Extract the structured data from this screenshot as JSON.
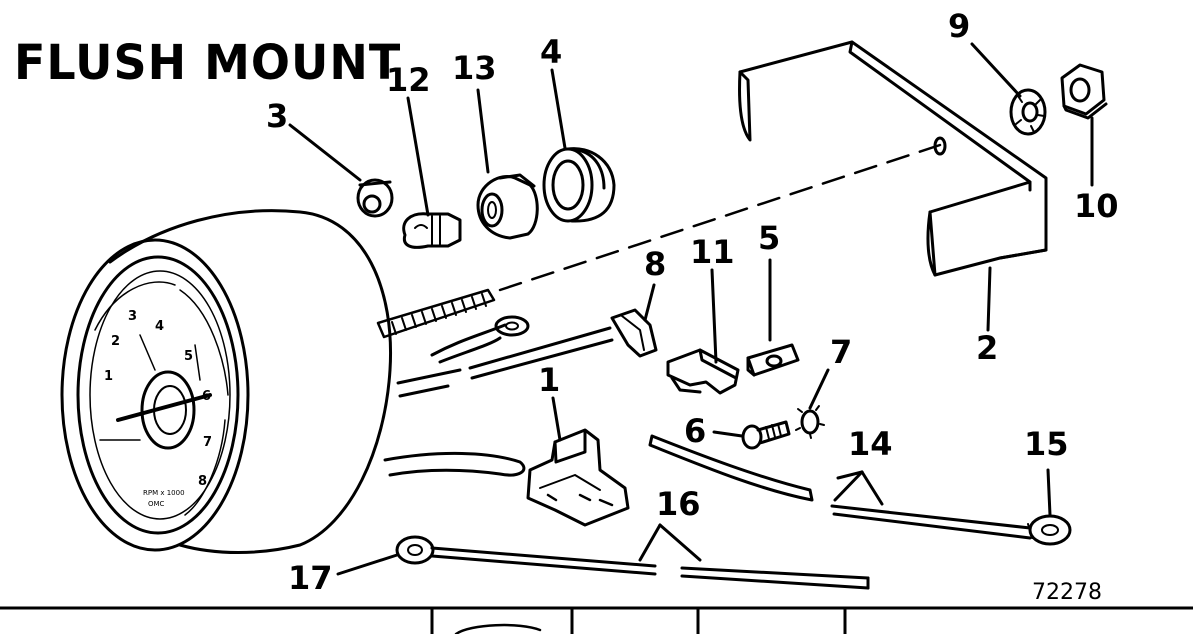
{
  "diagram": {
    "title": "FLUSH MOUNT",
    "reference_number": "72278",
    "callouts": [
      "1",
      "2",
      "3",
      "4",
      "5",
      "6",
      "7",
      "8",
      "9",
      "10",
      "11",
      "12",
      "13",
      "14",
      "15",
      "16",
      "17"
    ],
    "dial_numbers": [
      "1",
      "2",
      "3",
      "4",
      "5",
      "6",
      "7",
      "8"
    ],
    "dial_small_text": [
      "RPM x 1000",
      "OMC"
    ],
    "colors": {
      "ink": "#000000",
      "paper": "#ffffff"
    }
  }
}
